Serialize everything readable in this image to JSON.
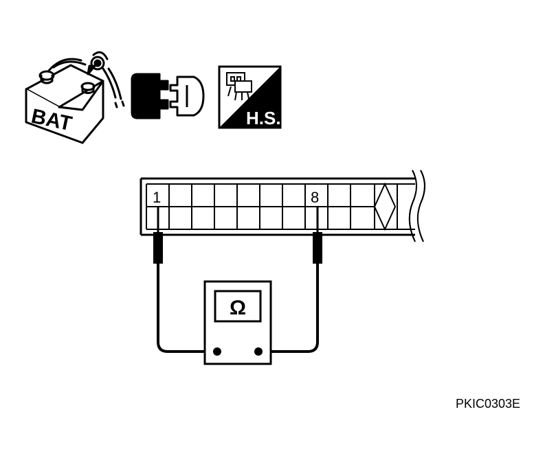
{
  "icons": {
    "battery": {
      "label": "BAT",
      "icon": "battery-disconnect-icon"
    },
    "connector": {
      "icon": "connector-disconnect-icon"
    },
    "harness": {
      "label": "H.S.",
      "icon": "harness-side-icon"
    }
  },
  "connector": {
    "terminal_a": "1",
    "terminal_b": "8"
  },
  "meter": {
    "symbol": "Ω",
    "icon": "ohmmeter-icon"
  },
  "figure_code": "PKIC0303E"
}
